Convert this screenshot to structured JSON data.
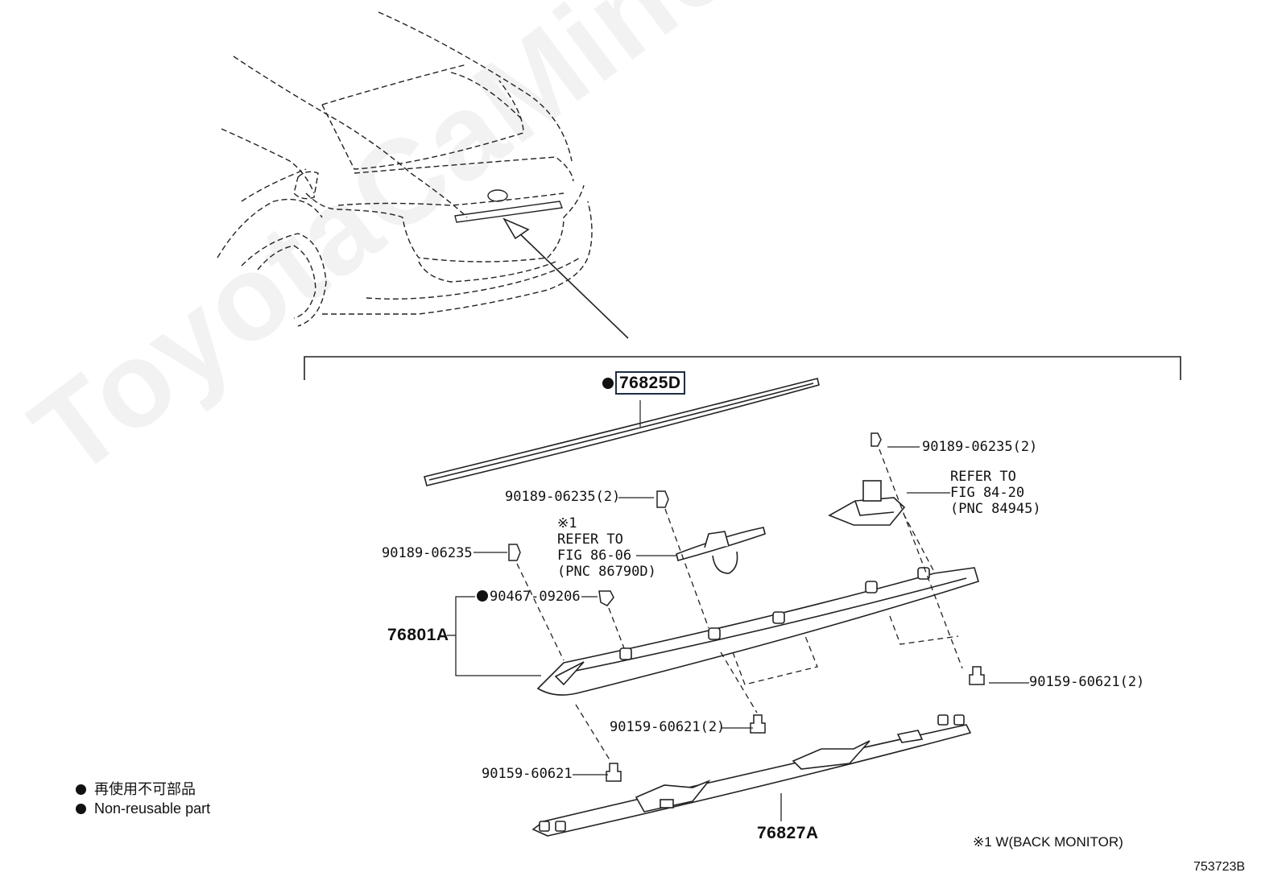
{
  "parts": {
    "p76825D": "76825D",
    "p90189_a": "90189-06235(2)",
    "p90189_b": "90189-06235(2)",
    "p90189_c": "90189-06235",
    "p90467": "90467-09206",
    "p76801A": "76801A",
    "p90159_a": "90159-60621(2)",
    "p90159_b": "90159-60621(2)",
    "p90159_c": "90159-60621",
    "p76827A": "76827A"
  },
  "refs": {
    "ref1": [
      "REFER TO",
      "FIG 84-20",
      "(PNC 84945)"
    ],
    "ref2": [
      "※1",
      "REFER TO",
      "FIG 86-06",
      "(PNC 86790D)"
    ]
  },
  "legend": {
    "line1": "再使用不可部品",
    "line2": "Non-reusable part"
  },
  "footnote": "※1 W(BACK MONITOR)",
  "figure_id": "753723B",
  "watermark": "ToyotaCaMine.ru"
}
